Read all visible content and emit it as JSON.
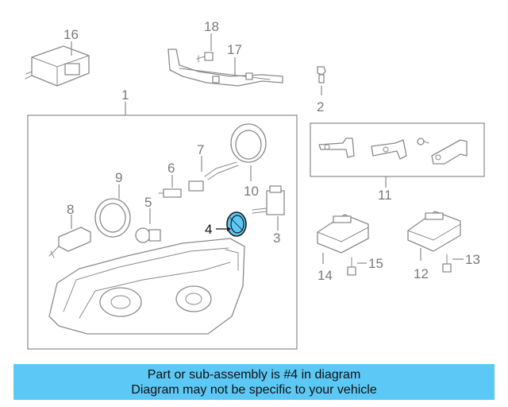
{
  "diagram": {
    "highlight_color": "#5bc8f5",
    "callouts": {
      "c1": "1",
      "c2": "2",
      "c3": "3",
      "c4": "4",
      "c5": "5",
      "c6": "6",
      "c7": "7",
      "c8": "8",
      "c9": "9",
      "c10": "10",
      "c11": "11",
      "c12": "12",
      "c13": "13",
      "c14": "14",
      "c15": "15",
      "c16": "16",
      "c17": "17",
      "c18": "18"
    }
  },
  "banner": {
    "line1": "Part or sub-assembly is #4 in diagram",
    "line2": "Diagram may not be specific to your vehicle",
    "color": "#5bc8f5"
  }
}
